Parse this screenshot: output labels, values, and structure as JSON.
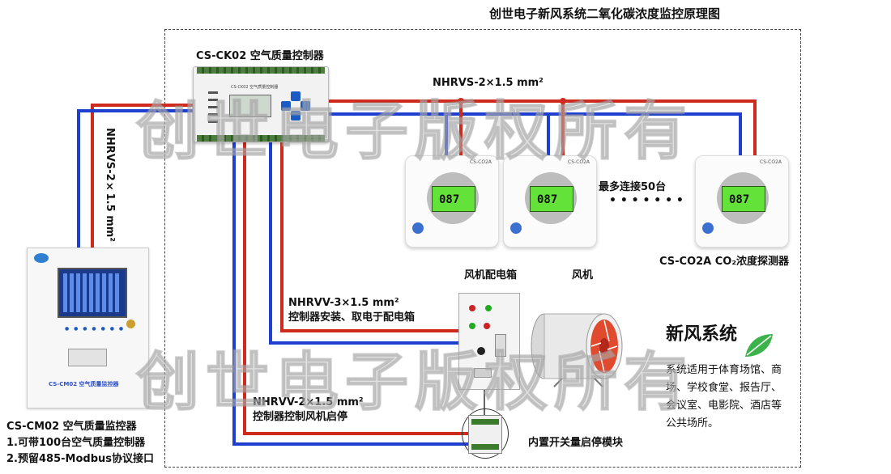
{
  "title": "创世电子新风系统二氧化碳浓度监控原理图",
  "watermark": "创世电子版权所有",
  "controller": {
    "label": "CS-CK02 空气质量控制器",
    "panel_text": "CS-CK02 空气质量控制器"
  },
  "monitor": {
    "panel_text": "CS-CM02 空气质量监控器",
    "caption_lines": [
      "CS-CM02 空气质量监控器",
      "1.可带100台空气质量控制器",
      "2.预留485-Modbus协议接口"
    ]
  },
  "wires": {
    "bus_top": "NHRVS-2×1.5 mm²",
    "bus_left": "NHRVS-2×1.5 mm²",
    "power_line": "NHRVV-3×1.5 mm²",
    "power_note": "控制器安装、取电于配电箱",
    "control_line": "NHRVV-2×1.5 mm²",
    "control_note": "控制器控制风机启停"
  },
  "sensors": {
    "model": "CS-CO2A",
    "reading": "087",
    "max_note": "最多连接50台",
    "dots": "• • • • • • •",
    "label": "CS-CO2A CO₂浓度探测器"
  },
  "fan_box_label": "风机配电箱",
  "fan_label": "风机",
  "module_label": "内置开关量启停模块",
  "fresh_air": {
    "title": "新风系统",
    "description": "系统适用于体育场馆、商场、学校食堂、报告厅、会议室、电影院、酒店等公共场所。"
  },
  "colors": {
    "red": "#cf2a1e",
    "blue": "#1f3fd0"
  }
}
